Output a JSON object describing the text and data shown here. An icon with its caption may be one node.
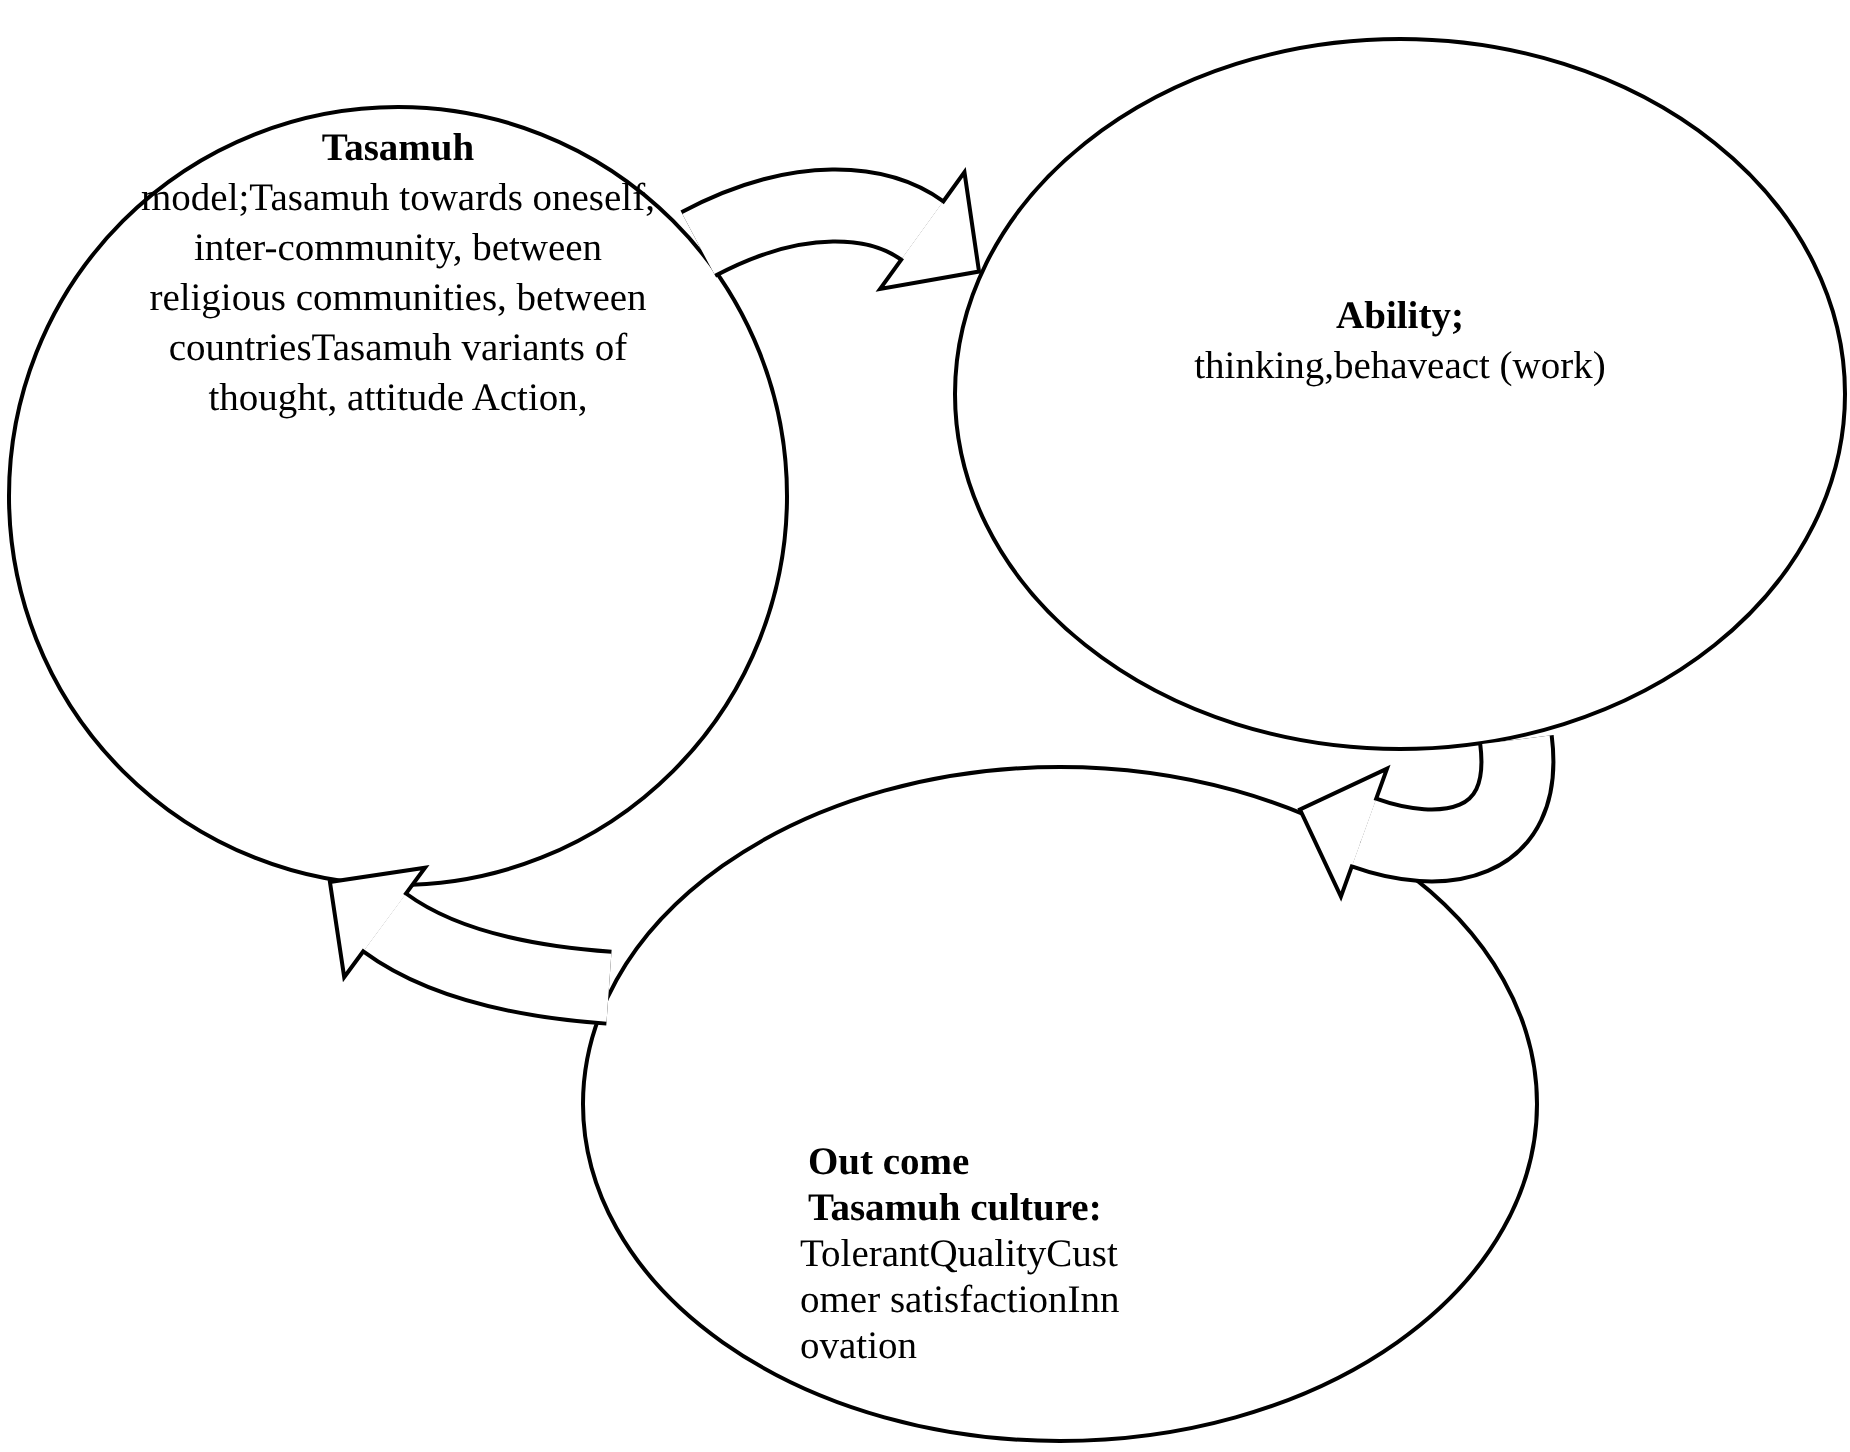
{
  "diagram": {
    "nodes": [
      {
        "text": [
          "Tasamuh",
          "model;Tasamuh towards oneself, inter-community, between religious communities, between countriesTasamuh variants of thought, attitude Action,"
        ]
      },
      {
        "text": [
          "Ability;",
          "thinking,behaveact (work)"
        ]
      },
      {
        "text": [
          "Out come Tasamuh culture:",
          "TolerantQualityCustomer satisfactionInnovation"
        ]
      }
    ],
    "edges": [
      {
        "from": 0,
        "to": 1,
        "arrow": "to"
      },
      {
        "from": 1,
        "to": 2,
        "arrow": "to"
      },
      {
        "from": 2,
        "to": 0,
        "arrow": "to"
      }
    ]
  }
}
